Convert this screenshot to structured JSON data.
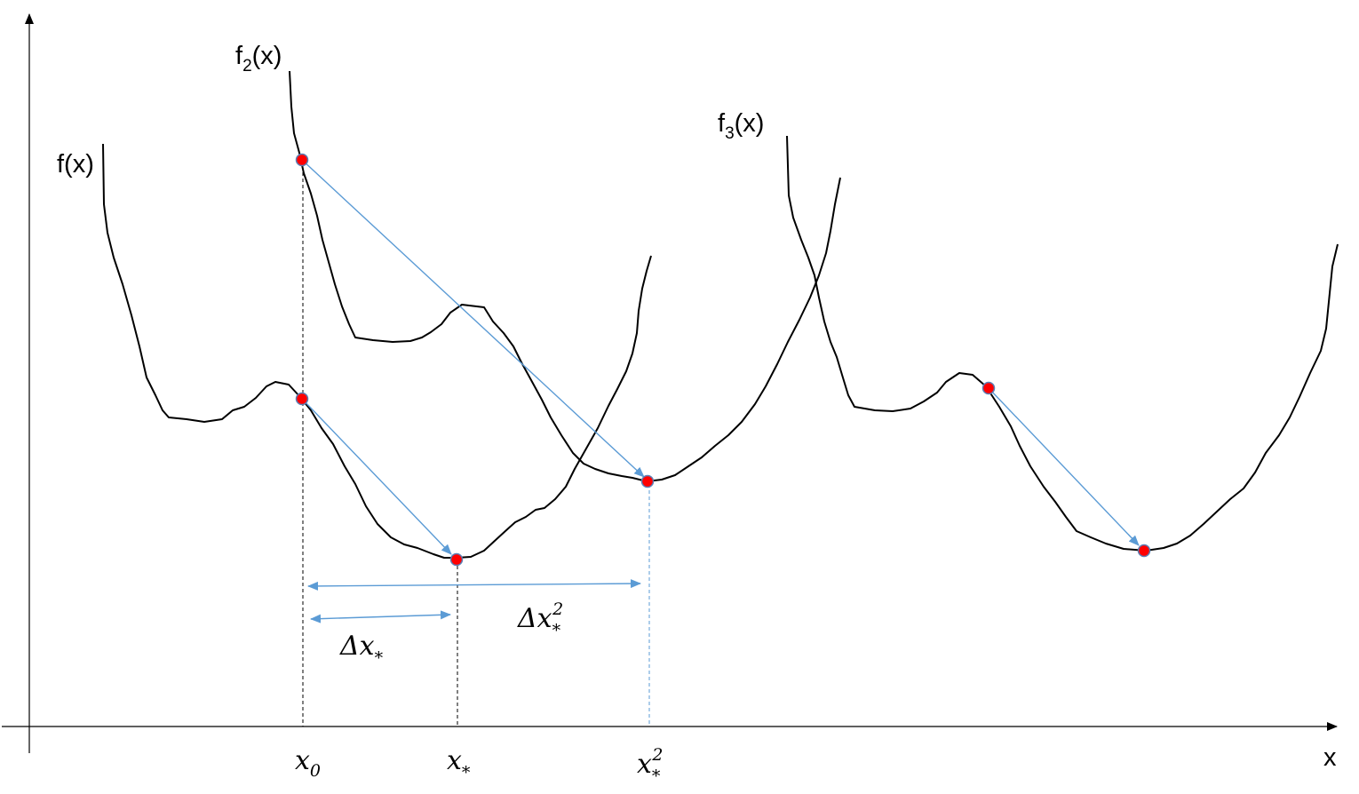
{
  "labels": {
    "f1": "f(x)",
    "f2": "f",
    "f2_sub": "2",
    "f2_tail": "(x)",
    "f3": "f",
    "f3_sub": "3",
    "f3_tail": "(x)",
    "x_axis": "x",
    "x0": "x",
    "x0_sub": "0",
    "xstar": "x",
    "xstar_sub": "*",
    "xstar2": "x",
    "xstar2_sub": "*",
    "xstar2_sup": "2",
    "dx": "Δx",
    "dx_sub": "*",
    "dx2": "Δx",
    "dx2_sub": "*",
    "dx2_sup": "2"
  },
  "colors": {
    "curve": "#000000",
    "arrow": "#5b9bd5",
    "point": "#ff0000"
  }
}
